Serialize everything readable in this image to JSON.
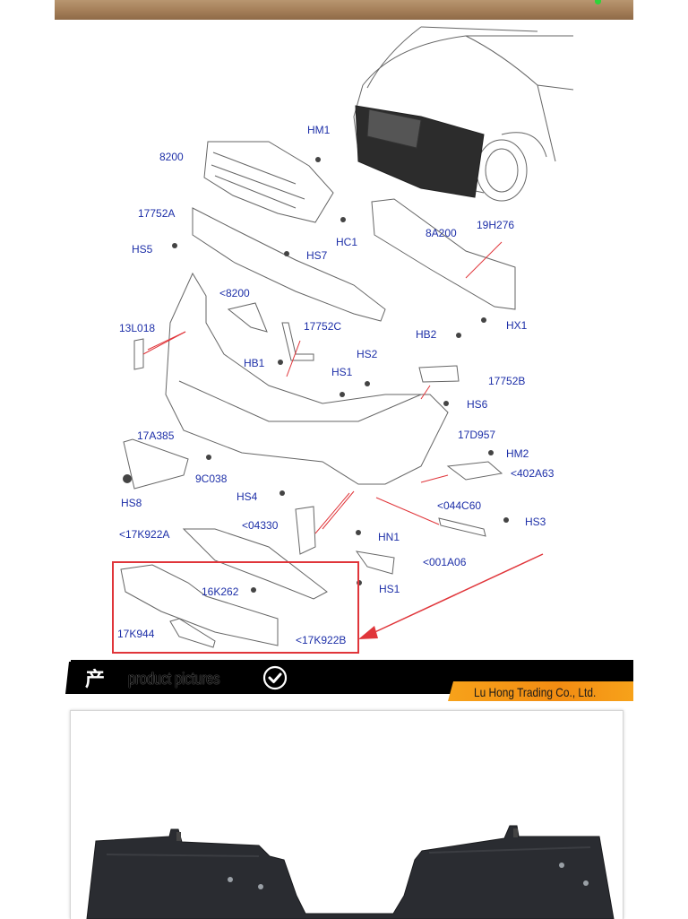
{
  "diagram": {
    "labels": {
      "hm1": "HM1",
      "p8200": "8200",
      "p17752a": "17752A",
      "hs5": "HS5",
      "hc1": "HC1",
      "hs7": "HS7",
      "p8a200": "8A200",
      "p19h276": "19H276",
      "p8200b": "<8200",
      "p13l018": "13L018",
      "p17752c": "17752C",
      "hx1": "HX1",
      "hb2": "HB2",
      "hb1": "HB1",
      "hs1a": "HS1",
      "hs2": "HS2",
      "p17752b": "17752B",
      "hs6": "HS6",
      "p17a385": "17A385",
      "p17d957": "17D957",
      "hm2": "HM2",
      "p9c038": "9C038",
      "p402a63": "<402A63",
      "hs8": "HS8",
      "hs4": "HS4",
      "p044c60": "<044C60",
      "hs3": "HS3",
      "p04330": "<04330",
      "p17k922a": "<17K922A",
      "hn1": "HN1",
      "p001a06": "<001A06",
      "p16k262": "16K262",
      "hs1b": "HS1",
      "p17k944": "17K944",
      "p17k922b": "<17K922B"
    }
  },
  "banner": {
    "char": "产",
    "title": "product pictures",
    "company": "Lu Hong Trading Co., Ltd."
  },
  "colors": {
    "label": "#1d2fa8",
    "highlight": "#e0353a",
    "banner": "#000000",
    "accent": "#f39a17"
  }
}
